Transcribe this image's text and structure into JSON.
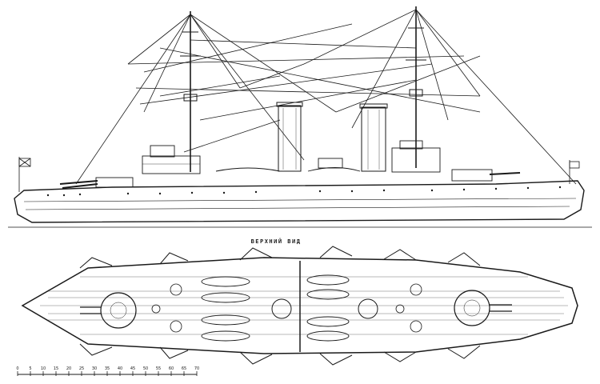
{
  "figure": {
    "top_view_label": "ВЕРХНИЙ ВИД",
    "scale_ticks": [
      "0",
      "5",
      "10",
      "15",
      "20",
      "25",
      "30",
      "35",
      "40",
      "45",
      "50",
      "55",
      "60",
      "65",
      "70"
    ],
    "colors": {
      "ink": "#1a1a1a",
      "paper": "#ffffff"
    }
  }
}
